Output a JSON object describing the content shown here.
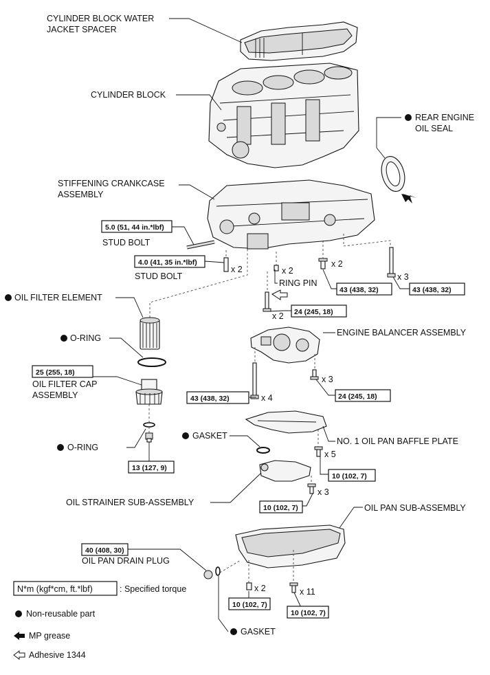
{
  "labels": {
    "water_jacket_spacer_line1": "CYLINDER BLOCK WATER",
    "water_jacket_spacer_line2": "JACKET SPACER",
    "cylinder_block": "CYLINDER BLOCK",
    "rear_engine_oil_seal_line1": "REAR ENGINE",
    "rear_engine_oil_seal_line2": "OIL SEAL",
    "stiffening_crankcase_line1": "STIFFENING CRANKCASE",
    "stiffening_crankcase_line2": "ASSEMBLY",
    "stud_bolt_1": "STUD BOLT",
    "stud_bolt_2": "STUD BOLT",
    "ring_pin": "RING PIN",
    "oil_filter_element": "OIL FILTER ELEMENT",
    "o_ring_1": "O-RING",
    "oil_filter_cap_line1": "OIL FILTER CAP",
    "oil_filter_cap_line2": "ASSEMBLY",
    "o_ring_2": "O-RING",
    "engine_balancer": "ENGINE BALANCER ASSEMBLY",
    "gasket_1": "GASKET",
    "no1_baffle_plate": "NO. 1 OIL PAN BAFFLE PLATE",
    "oil_strainer": "OIL STRAINER SUB-ASSEMBLY",
    "oil_pan": "OIL PAN SUB-ASSEMBLY",
    "oil_pan_drain_plug": "OIL PAN DRAIN PLUG",
    "gasket_2": "GASKET"
  },
  "torques": {
    "stud_bolt_1": "5.0 (51, 44 in.*lbf)",
    "stud_bolt_2": "4.0 (41, 35 in.*lbf)",
    "crankcase_bolt_a": "43 (438, 32)",
    "crankcase_bolt_b": "43 (438, 32)",
    "balancer_front": "24 (245, 18)",
    "oil_filter_cap": "25 (255, 18)",
    "balancer_long": "43 (438, 32)",
    "balancer_rear": "24 (245, 18)",
    "drain_plug_filter": "13 (127, 9)",
    "baffle_plate": "10 (102, 7)",
    "strainer": "10 (102, 7)",
    "drain_plug": "40 (408, 30)",
    "oil_pan_a": "10 (102, 7)",
    "oil_pan_b": "10 (102, 7)"
  },
  "quantities": {
    "stud_bolt_2": "x 2",
    "ring_pin": "x 2",
    "crankcase_bolt_a": "x 2",
    "crankcase_bolt_b": "x 3",
    "balancer_front": "x 2",
    "balancer_long": "x 4",
    "balancer_rear": "x 3",
    "baffle_plate": "x 5",
    "strainer": "x 3",
    "oil_pan_a": "x 2",
    "oil_pan_b": "x 11"
  },
  "legend": {
    "torque_box": "N*m (kgf*cm, ft.*lbf)",
    "torque_desc": ": Specified torque",
    "non_reusable": "Non-reusable part",
    "mp_grease": "MP grease",
    "adhesive": "Adhesive 1344"
  }
}
